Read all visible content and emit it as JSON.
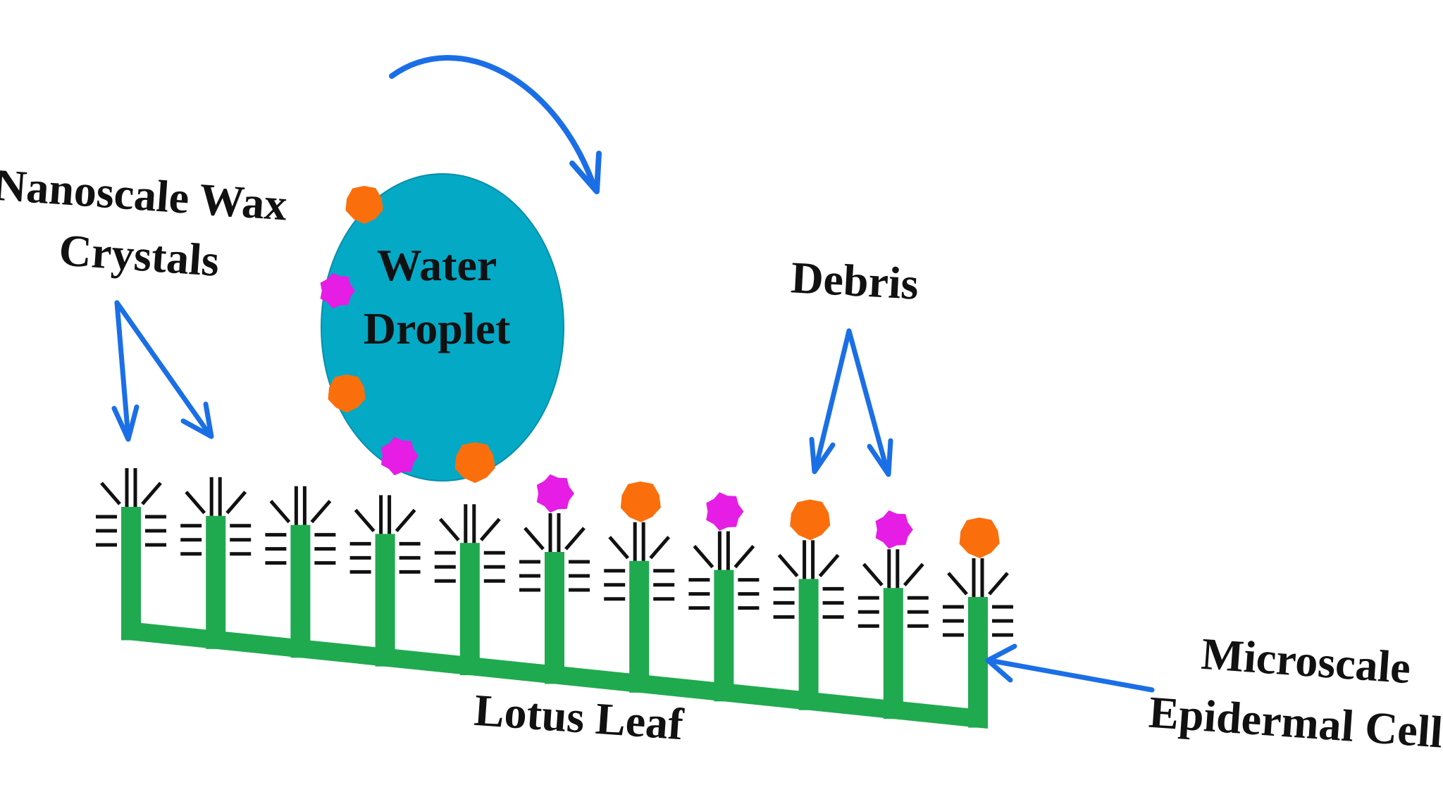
{
  "labels": {
    "nanoscale_line1": "Nanoscale Wax",
    "nanoscale_line2": "Crystals",
    "droplet_line1": "Water",
    "droplet_line2": "Droplet",
    "debris": "Debris",
    "lotus_leaf": "Lotus Leaf",
    "microscale_line1": "Microscale",
    "microscale_line2": "Epidermal Cells"
  },
  "colors": {
    "leaf": "#1faa4f",
    "droplet": "#04a9c6",
    "droplet_edge": "#0a8fa8",
    "arrow": "#1b6fe6",
    "debris_orange": "#fa6f0c",
    "debris_magenta": "#e51de5",
    "wax": "#111111",
    "text": "#111111"
  },
  "pillars": {
    "count": 11,
    "debris_on_top": [
      "none",
      "none",
      "none",
      "none",
      "none",
      "magenta",
      "orange",
      "magenta",
      "orange",
      "magenta",
      "orange"
    ]
  },
  "droplet_debris": [
    "orange",
    "magenta",
    "orange",
    "magenta",
    "orange"
  ]
}
